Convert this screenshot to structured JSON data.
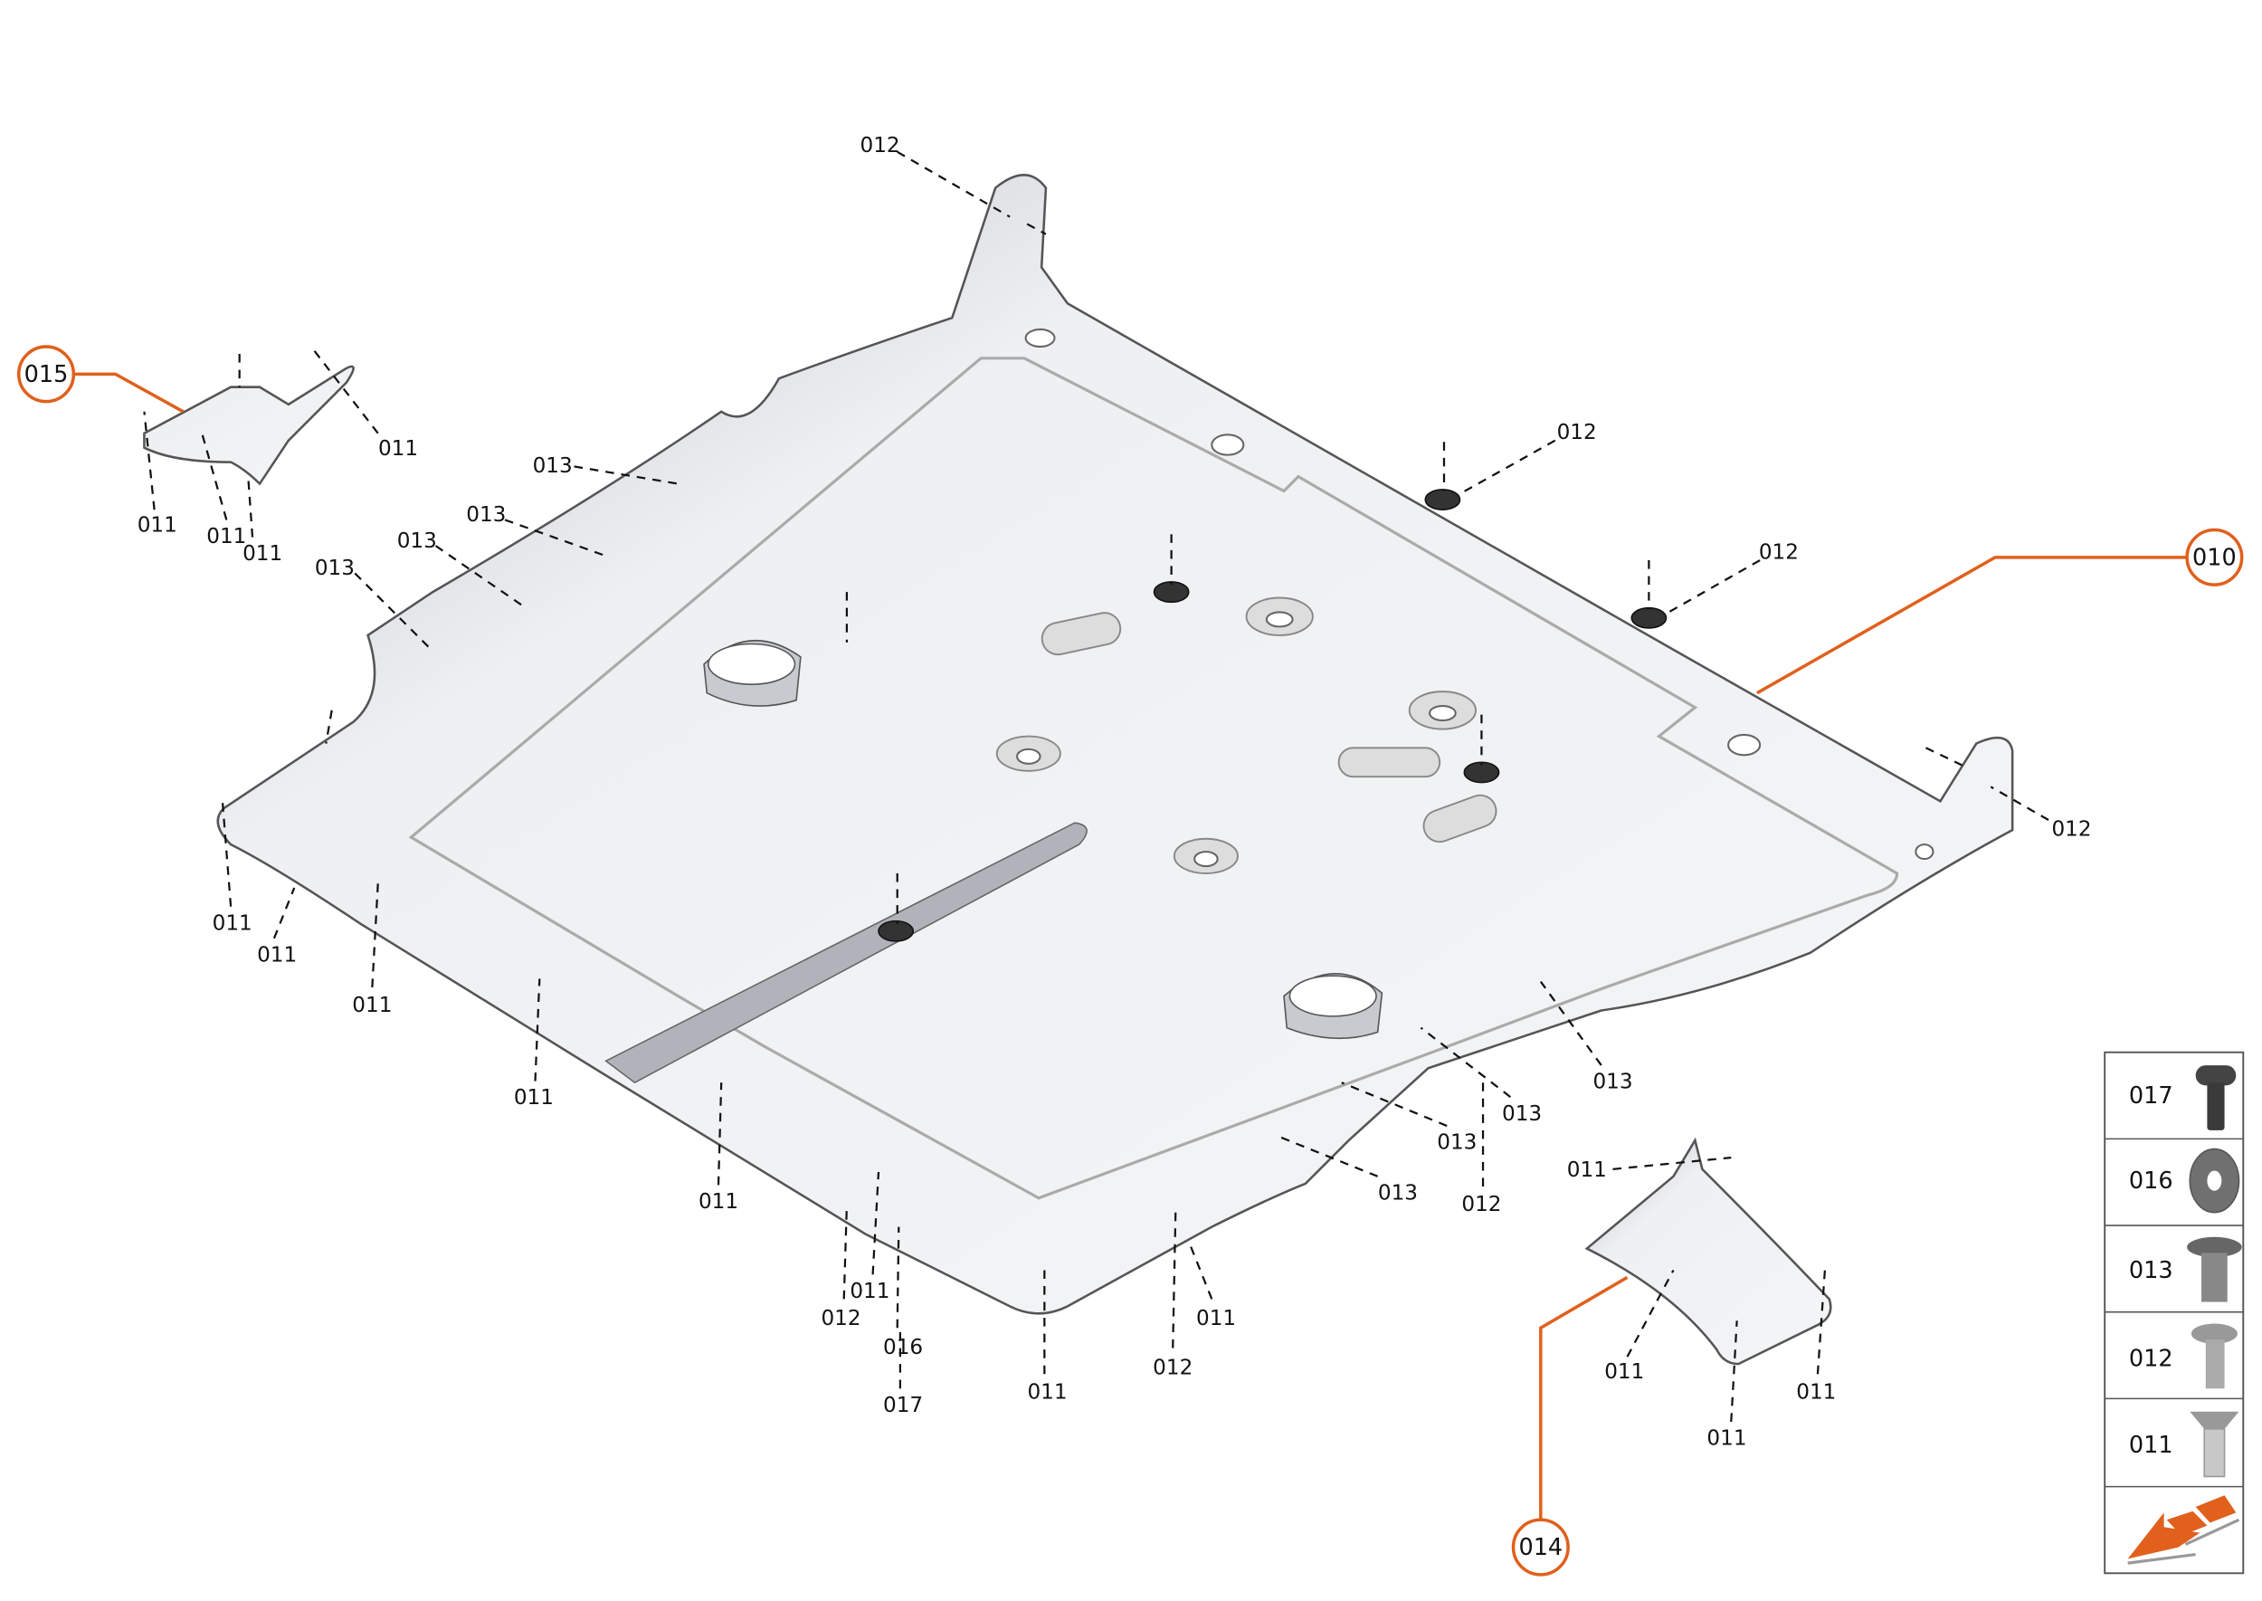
{
  "labels": [
    "012",
    "012",
    "012",
    "012",
    "011",
    "011",
    "011",
    "011",
    "013",
    "013",
    "013",
    "013",
    "011",
    "011",
    "011",
    "011",
    "011",
    "012",
    "011",
    "016",
    "017",
    "011",
    "012",
    "011",
    "013",
    "013",
    "013",
    "013",
    "012",
    "011",
    "011",
    "011",
    "011"
  ],
  "callouts": {
    "main_plate": "010",
    "left_bracket": "015",
    "right_bracket": "014"
  },
  "legend": {
    "items": [
      {
        "code": "017",
        "icon": "pan-head-screw-icon"
      },
      {
        "code": "016",
        "icon": "washer-icon"
      },
      {
        "code": "013",
        "icon": "flange-bolt-icon"
      },
      {
        "code": "012",
        "icon": "flange-bolt-long-icon"
      },
      {
        "code": "011",
        "icon": "countersunk-screw-icon"
      }
    ],
    "footer_icon": "vehicle-front-direction-arrow-icon"
  },
  "colors": {
    "accent": "#e0601c",
    "line": "#111111",
    "plate": "#eceef0"
  }
}
